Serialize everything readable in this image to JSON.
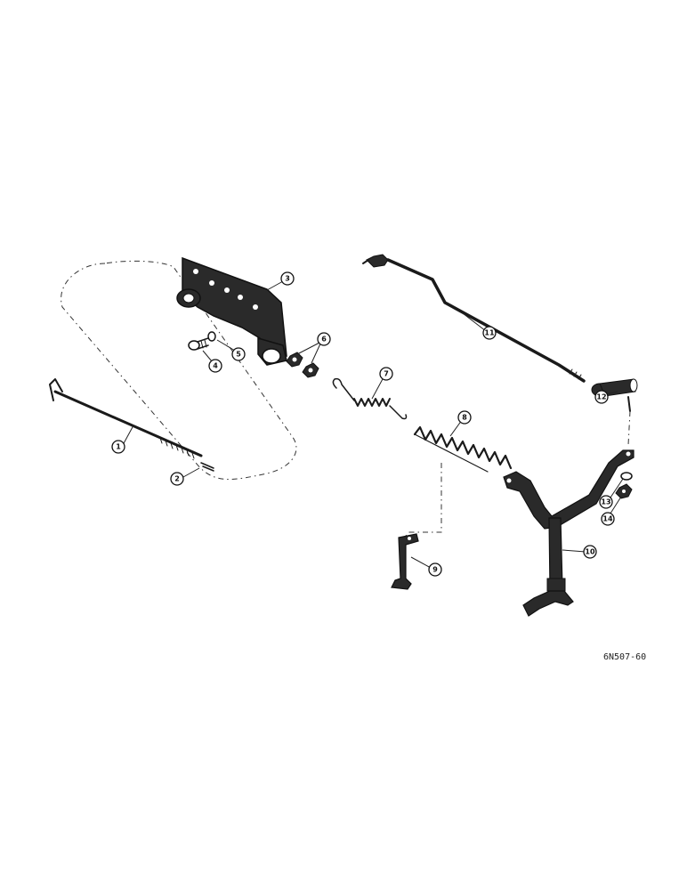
{
  "callouts": [
    {
      "label": "1"
    },
    {
      "label": "2"
    },
    {
      "label": "3"
    },
    {
      "label": "4"
    },
    {
      "label": "5"
    },
    {
      "label": "6"
    },
    {
      "label": "7"
    },
    {
      "label": "8"
    },
    {
      "label": "9"
    },
    {
      "label": "10"
    },
    {
      "label": "11"
    },
    {
      "label": "12"
    },
    {
      "label": "13"
    },
    {
      "label": "14"
    }
  ],
  "drawing_code": "6N507-60",
  "colors": {
    "ink": "#1a1a1a",
    "paper": "#ffffff"
  }
}
